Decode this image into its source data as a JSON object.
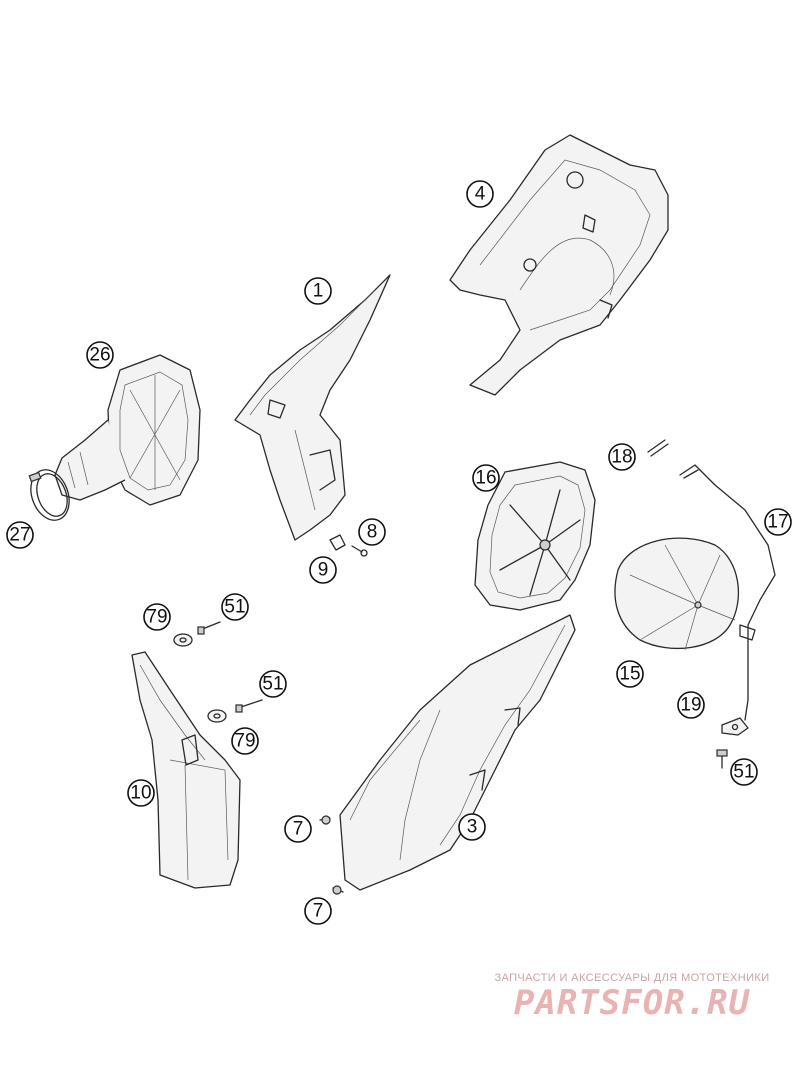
{
  "diagram": {
    "callouts": [
      "1",
      "26",
      "27",
      "9",
      "8",
      "4",
      "16",
      "18",
      "17",
      "15",
      "79",
      "51",
      "51",
      "79",
      "10",
      "3",
      "7",
      "7",
      "19",
      "51"
    ]
  },
  "watermark": {
    "tagline": "ЗАПЧАСТИ И АКСЕССУАРЫ ДЛЯ МОТОТЕХНИКИ",
    "logo": "PARTSFOR.RU"
  }
}
